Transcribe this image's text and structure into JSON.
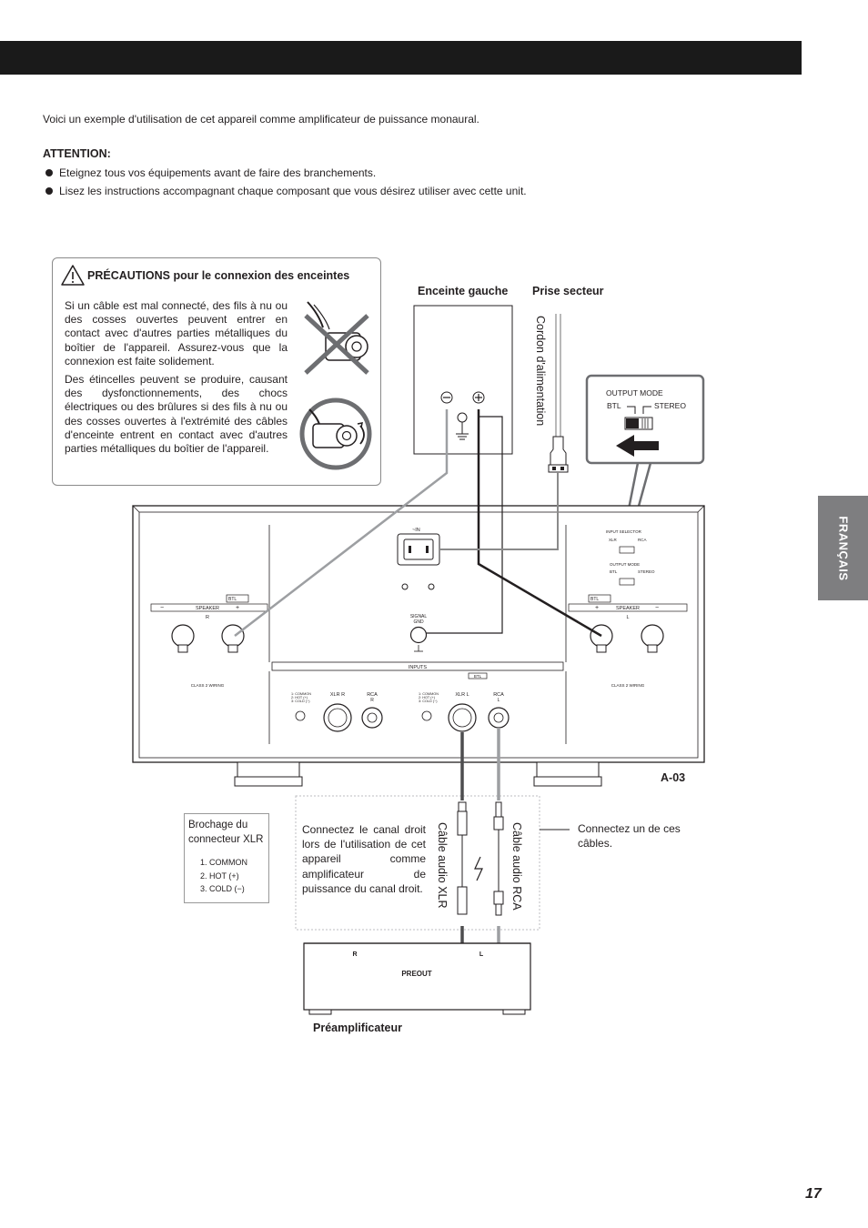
{
  "intro": "Voici un exemple d'utilisation de cet appareil comme amplificateur de puissance monaural.",
  "attention": {
    "title": "ATTENTION:",
    "items": [
      "Eteignez tous vos équipements avant de faire des branchements.",
      "Lisez les instructions accompagnant chaque composant que vous désirez utiliser avec cette unit."
    ]
  },
  "caution": {
    "title": "PRÉCAUTIONS pour le connexion des enceintes",
    "para1": "Si un câble est mal connecté, des fils à nu ou des cosses ouvertes peuvent entrer en contact avec d'autres parties métalliques du boîtier de l'appareil. Assurez-vous que la connexion est faite solidement.",
    "para2": "Des étincelles peuvent se produire, causant des dysfonctionnements, des chocs électriques ou des brûlures si des fils à nu ou des cosses ouvertes à l'extrémité des câbles d'enceinte entrent en contact avec d'autres parties métalliques du boîtier de l'appareil."
  },
  "labels": {
    "left_speaker": "Enceinte gauche",
    "power_outlet": "Prise secteur",
    "power_cord": "Cordon d'alimentation",
    "model": "A-03",
    "preamp": "Préamplificateur",
    "xlr_cable": "Câble audio XLR",
    "rca_cable": "Câble audio RCA",
    "connect_one": "Connectez un de ces câbles."
  },
  "output_mode": {
    "title": "OUTPUT MODE",
    "btl": "BTL",
    "stereo": "STEREO"
  },
  "panel": {
    "ac_in": "~IN",
    "input_selector": "INPUT SELECTOR",
    "xlr": "XLR",
    "rca": "RCA",
    "output_mode": "OUTPUT MODE",
    "btl": "BTL",
    "stereo": "STEREO",
    "speaker": "SPEAKER",
    "r": "R",
    "l": "L",
    "signal_gnd": [
      "SIGNAL",
      "GND"
    ],
    "inputs": "INPUTS",
    "class2": "CLASS 2 WIRING",
    "xlr_r": "XLR  R",
    "rca_r": "RCA",
    "rca_l": "RCA",
    "xlr_l": "XLR  L",
    "pins": [
      "1: COMMON",
      "2: HOT (+)",
      "3: COLD (−)"
    ]
  },
  "pinout": {
    "title": "Brochage du connecteur XLR",
    "items": [
      "1. COMMON",
      "2. HOT (+)",
      "3. COLD (−)"
    ]
  },
  "connect_note": "Connectez le canal droit lors de l'utilisation de cet appareil comme amplificateur de puissance du canal droit.",
  "preamp_panel": {
    "r": "R",
    "l": "L",
    "preout": "PREOUT"
  },
  "side_tab": "FRANÇAIS",
  "page_number": "17"
}
